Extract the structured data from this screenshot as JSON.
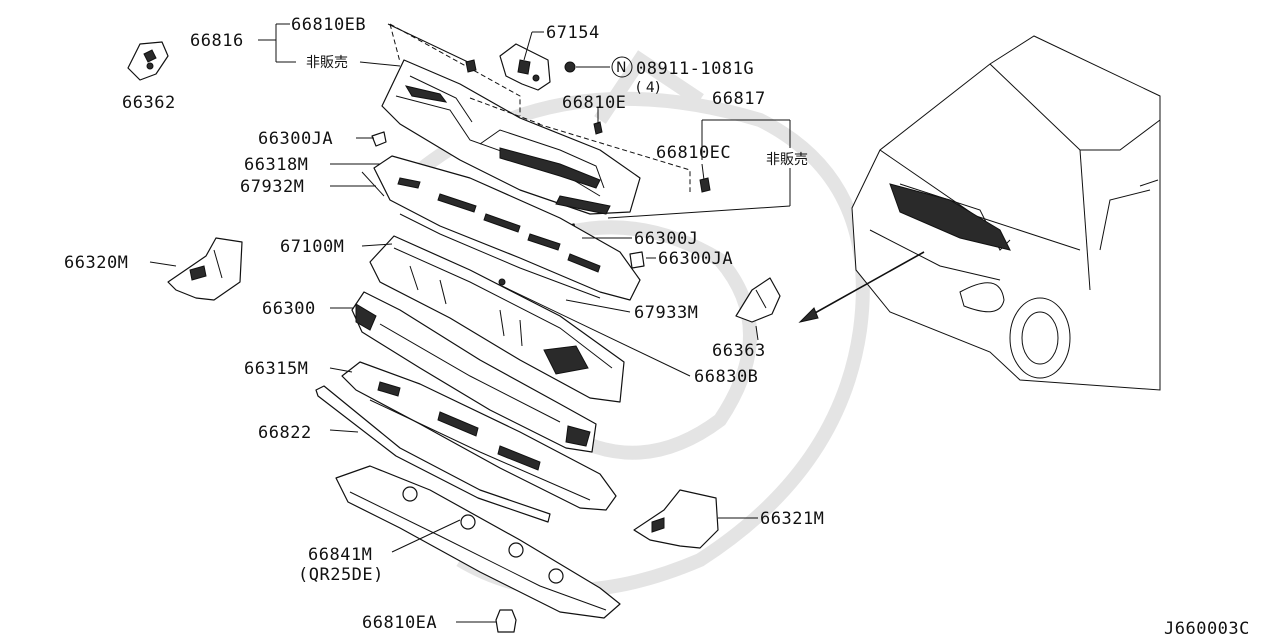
{
  "diagram_id": "J660003C",
  "labels": {
    "p66816": "66816",
    "p66810EB": "66810EB",
    "nonsale1": "非販売",
    "p67154": "67154",
    "p08911": "08911-1081G",
    "qty4": "( 4)",
    "nut_symbol": "N",
    "p66362": "66362",
    "p66810E": "66810E",
    "p66817": "66817",
    "p66810EC": "66810EC",
    "nonsale2": "非販売",
    "p66300JA_top": "66300JA",
    "p66318M": "66318M",
    "p67932M": "67932M",
    "p66300J": "66300J",
    "p66300JA_mid": "66300JA",
    "p67100M": "67100M",
    "p66320M": "66320M",
    "p67933M": "67933M",
    "p66363": "66363",
    "p66300": "66300",
    "p66830B": "66830B",
    "p66315M": "66315M",
    "p66822": "66822",
    "p66321M": "66321M",
    "p66841M": "66841M",
    "engine": "(QR25DE)",
    "p66810EA": "66810EA"
  }
}
